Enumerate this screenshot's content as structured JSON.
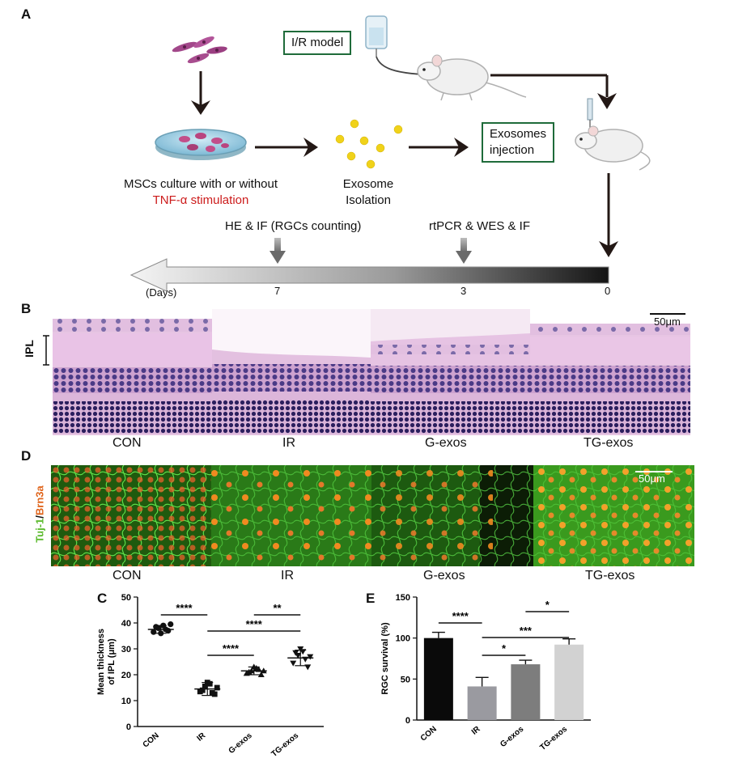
{
  "panel_a": {
    "letter": "A",
    "ir_model": "I/R model",
    "msc_line1": "MSCs culture with or without",
    "msc_line2": "TNF-α stimulation",
    "exo_line1": "Exosome",
    "exo_line2": "Isolation",
    "inject_line1": "Exosomes",
    "inject_line2": "injection",
    "he_if": "HE & IF (RGCs counting)",
    "rt_wes": "rtPCR & WES & IF",
    "days": "(Days)",
    "tick_7": "7",
    "tick_3": "3",
    "tick_0": "0",
    "colors": {
      "box_border": "#1f6b3a",
      "tnf_red": "#cc1b1b"
    }
  },
  "panel_b": {
    "letter": "B",
    "ipl": "IPL",
    "scale": "50μm",
    "groups": [
      "CON",
      "IR",
      "G-exos",
      "TG-exos"
    ]
  },
  "panel_d": {
    "letter": "D",
    "stain_green": "Tuj-1",
    "stain_sep": "/",
    "stain_red": "Brn3a",
    "scale": "50μm",
    "groups": [
      "CON",
      "IR",
      "G-exos",
      "TG-exos"
    ]
  },
  "chart_data": [
    {
      "panel": "C",
      "type": "scatter",
      "ylabel_line1": "Mean thickness",
      "ylabel_line2": "of IPL (μm)",
      "categories": [
        "CON",
        "IR",
        "G-exos",
        "TG-exos"
      ],
      "ylim": [
        0,
        50
      ],
      "yticks": [
        0,
        10,
        20,
        30,
        40,
        50
      ],
      "means": [
        37.5,
        14.5,
        21.5,
        26.5
      ],
      "sd": [
        1.5,
        2.5,
        1.5,
        3.0
      ],
      "points": [
        [
          36.5,
          38.0,
          39.0,
          37.0,
          38.5,
          36.0,
          37.5,
          39.5
        ],
        [
          13.5,
          15.5,
          16.5,
          12.5,
          14.0,
          17.0,
          13.0,
          15.0
        ],
        [
          20.5,
          21.5,
          22.5,
          20.0,
          21.0,
          23.0,
          22.0,
          21.5
        ],
        [
          24.5,
          27.5,
          29.0,
          23.0,
          28.5,
          30.0,
          26.0,
          27.0
        ]
      ],
      "markers": [
        "circle",
        "square",
        "triangle-up",
        "triangle-down"
      ],
      "significance": [
        {
          "from": 0,
          "to": 1,
          "label": "****"
        },
        {
          "from": 1,
          "to": 2,
          "label": "****"
        },
        {
          "from": 1,
          "to": 3,
          "label": "****"
        },
        {
          "from": 2,
          "to": 3,
          "label": "**"
        }
      ]
    },
    {
      "panel": "E",
      "type": "bar",
      "ylabel": "RGC survival (%)",
      "categories": [
        "CON",
        "IR",
        "G-exos",
        "TG-exos"
      ],
      "ylim": [
        0,
        150
      ],
      "yticks": [
        0,
        50,
        100,
        150
      ],
      "values": [
        100,
        41,
        68,
        92
      ],
      "errors": [
        7,
        11,
        5,
        7
      ],
      "colors": [
        "#0a0a0a",
        "#9a9aa0",
        "#7d7d7d",
        "#d2d2d2"
      ],
      "significance": [
        {
          "from": 0,
          "to": 1,
          "label": "****"
        },
        {
          "from": 1,
          "to": 2,
          "label": "*"
        },
        {
          "from": 1,
          "to": 3,
          "label": "***"
        },
        {
          "from": 2,
          "to": 3,
          "label": "*"
        }
      ]
    }
  ]
}
